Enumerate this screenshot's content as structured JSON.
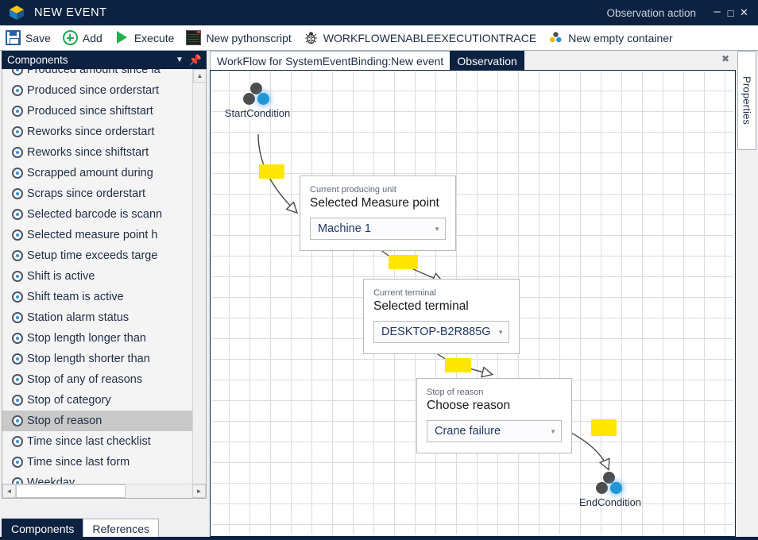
{
  "window": {
    "title": "NEW EVENT",
    "document_title": "Observation action",
    "logo_icon": "cube-logo-icon",
    "minimize_label": "–",
    "maximize_label": "□",
    "close_label": "✕"
  },
  "toolbar": {
    "items": [
      {
        "label": "Save",
        "icon": "save-floppy-icon"
      },
      {
        "label": "Add",
        "icon": "plus-circle-icon"
      },
      {
        "label": "Execute",
        "icon": "play-triangle-icon"
      },
      {
        "label": "New pythonscript",
        "icon": "console-window-icon"
      },
      {
        "label": "WORKFLOWENABLEEXECUTIONTRACE",
        "icon": "ladybug-icon"
      },
      {
        "label": "New empty container",
        "icon": "three-dots-cluster-icon"
      }
    ]
  },
  "sidebar": {
    "header": {
      "title": "Components",
      "dropdown_icon": "chevron-down-icon",
      "pin_icon": "pin-icon"
    },
    "items": [
      {
        "label": "Produced amount since la",
        "icon": "eye-icon",
        "selected": false
      },
      {
        "label": "Produced since orderstart",
        "icon": "eye-icon",
        "selected": false
      },
      {
        "label": "Produced since shiftstart",
        "icon": "eye-icon",
        "selected": false
      },
      {
        "label": "Reworks since orderstart",
        "icon": "eye-icon",
        "selected": false
      },
      {
        "label": "Reworks since shiftstart",
        "icon": "eye-icon",
        "selected": false
      },
      {
        "label": "Scrapped amount during",
        "icon": "eye-icon",
        "selected": false
      },
      {
        "label": "Scraps since orderstart",
        "icon": "eye-icon",
        "selected": false
      },
      {
        "label": "Selected barcode is scann",
        "icon": "eye-icon",
        "selected": false
      },
      {
        "label": "Selected measure point h",
        "icon": "eye-icon",
        "selected": false
      },
      {
        "label": "Setup time exceeds targe",
        "icon": "eye-icon",
        "selected": false
      },
      {
        "label": "Shift is active",
        "icon": "eye-icon",
        "selected": false
      },
      {
        "label": "Shift team is active",
        "icon": "eye-icon",
        "selected": false
      },
      {
        "label": "Station alarm status",
        "icon": "eye-icon",
        "selected": false
      },
      {
        "label": "Stop length longer than",
        "icon": "eye-icon",
        "selected": false
      },
      {
        "label": "Stop length shorter than",
        "icon": "eye-icon",
        "selected": false
      },
      {
        "label": "Stop of any of reasons",
        "icon": "eye-icon",
        "selected": false
      },
      {
        "label": "Stop of category",
        "icon": "eye-icon",
        "selected": false
      },
      {
        "label": "Stop of reason",
        "icon": "eye-icon",
        "selected": true
      },
      {
        "label": "Time since last checklist",
        "icon": "eye-icon",
        "selected": false
      },
      {
        "label": "Time since last form",
        "icon": "eye-icon",
        "selected": false
      },
      {
        "label": "Weekday",
        "icon": "eye-icon",
        "selected": false
      }
    ],
    "scroll": {
      "up_arrow": "▲",
      "down_arrow": "▼",
      "left_arrow": "◄",
      "right_arrow": "►"
    },
    "tabs": [
      {
        "label": "Components",
        "active": true
      },
      {
        "label": "References",
        "active": false
      }
    ]
  },
  "main": {
    "tabs": [
      {
        "label": "WorkFlow for SystemEventBinding:New event",
        "active": false
      },
      {
        "label": "Observation",
        "active": true
      }
    ],
    "close_label": "✖"
  },
  "workflow": {
    "start_node": {
      "label": "StartCondition",
      "icon": "three-dots-node-icon"
    },
    "end_node": {
      "label": "EndCondition",
      "icon": "three-dots-node-icon"
    },
    "cards": [
      {
        "hint": "Current producing unit",
        "title": "Selected Measure point",
        "value": "Machine 1",
        "arrow_icon": "chevron-down-icon"
      },
      {
        "hint": "Current terminal",
        "title": "Selected terminal",
        "value": "DESKTOP-B2R885G",
        "arrow_icon": "chevron-down-icon"
      },
      {
        "hint": "Stop of reason",
        "title": "Choose reason",
        "value": "Crane failure",
        "arrow_icon": "chevron-down-icon"
      }
    ]
  },
  "properties_panel": {
    "label": "Properties"
  },
  "colors": {
    "titlebar": "#0d2240",
    "accent_blue": "#2196d6",
    "highlight_yellow": "#ffe600",
    "node_gray": "#4d4d4d",
    "selection_gray": "#c9c9c9"
  }
}
